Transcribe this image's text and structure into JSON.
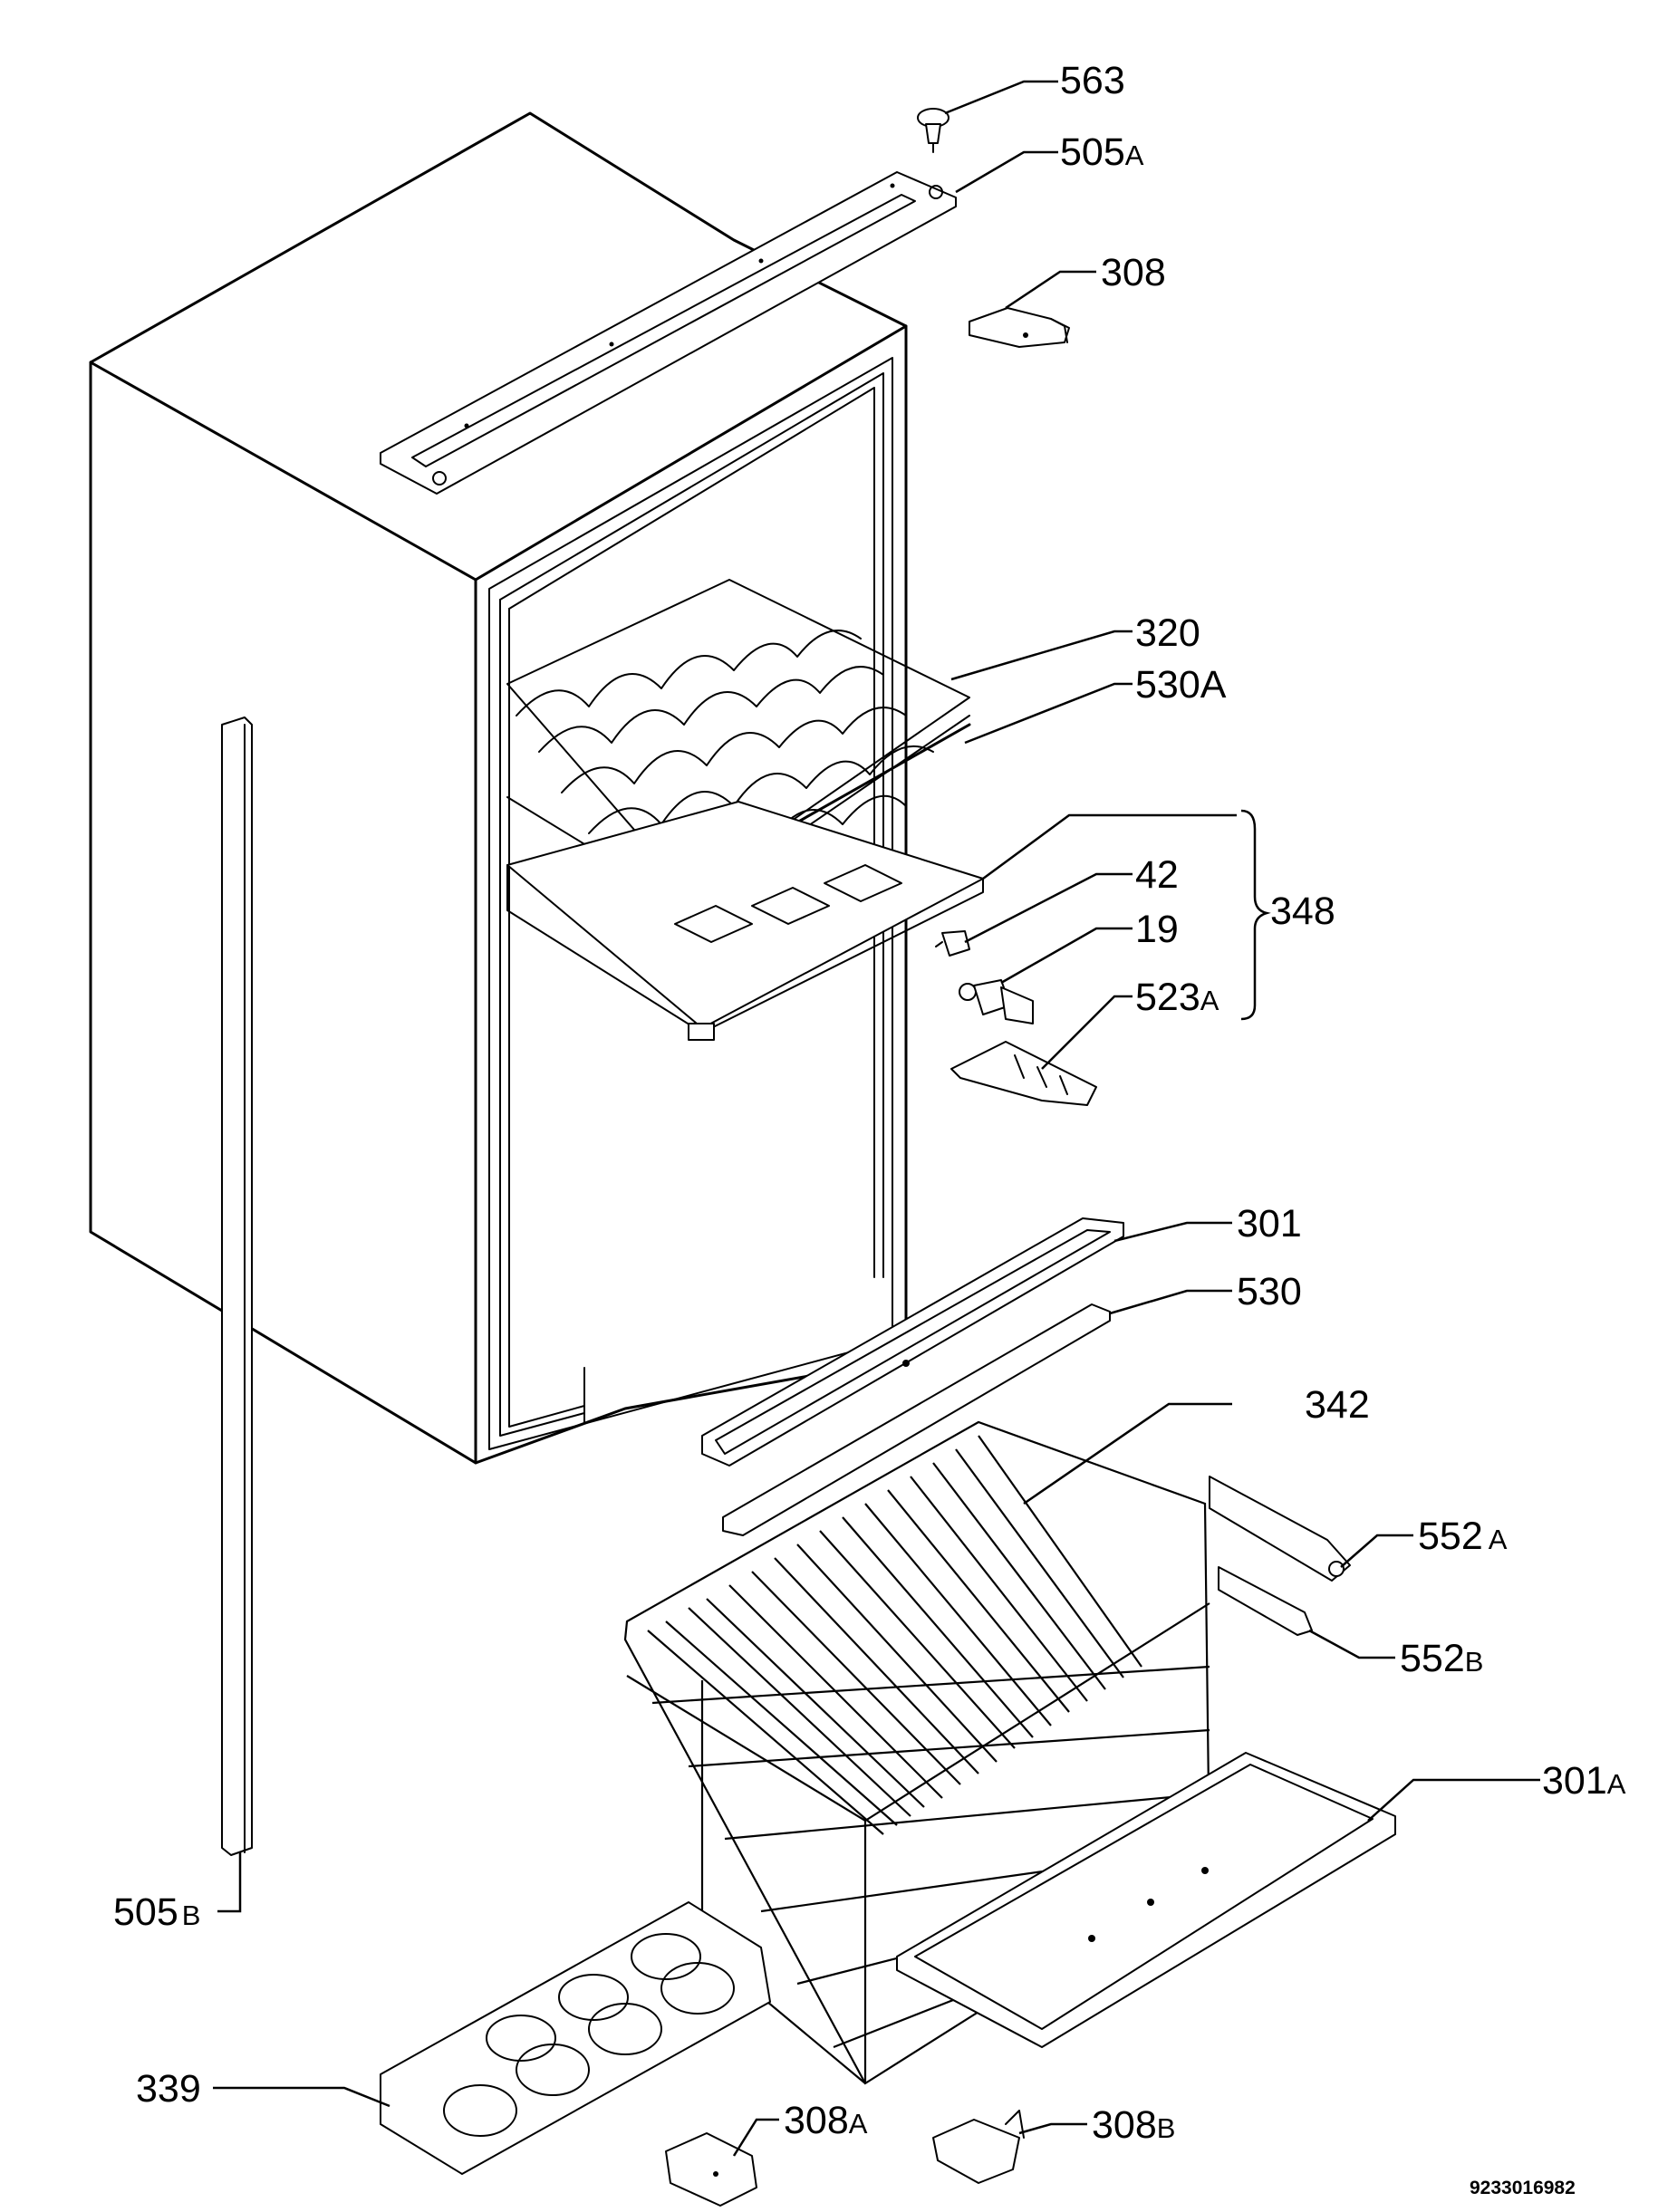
{
  "diagram": {
    "document_number": "9233016982",
    "parts": [
      {
        "id": "563",
        "number": "563",
        "suffix": ""
      },
      {
        "id": "505A",
        "number": "505",
        "suffix": "A"
      },
      {
        "id": "308",
        "number": "308",
        "suffix": ""
      },
      {
        "id": "320",
        "number": "320",
        "suffix": ""
      },
      {
        "id": "530A",
        "number": "530A",
        "suffix": ""
      },
      {
        "id": "348",
        "number": "348",
        "suffix": ""
      },
      {
        "id": "42",
        "number": "42",
        "suffix": ""
      },
      {
        "id": "19",
        "number": "19",
        "suffix": ""
      },
      {
        "id": "523A",
        "number": "523",
        "suffix": "A"
      },
      {
        "id": "301",
        "number": "301",
        "suffix": ""
      },
      {
        "id": "530",
        "number": "530",
        "suffix": ""
      },
      {
        "id": "342",
        "number": "342",
        "suffix": ""
      },
      {
        "id": "552A",
        "number": "552",
        "suffix": "A"
      },
      {
        "id": "552B",
        "number": "552",
        "suffix": "B"
      },
      {
        "id": "301A",
        "number": "301",
        "suffix": "A"
      },
      {
        "id": "505B",
        "number": "505",
        "suffix": "B"
      },
      {
        "id": "339",
        "number": "339",
        "suffix": ""
      },
      {
        "id": "308A",
        "number": "308",
        "suffix": "A"
      },
      {
        "id": "308B",
        "number": "308",
        "suffix": "B"
      }
    ]
  }
}
